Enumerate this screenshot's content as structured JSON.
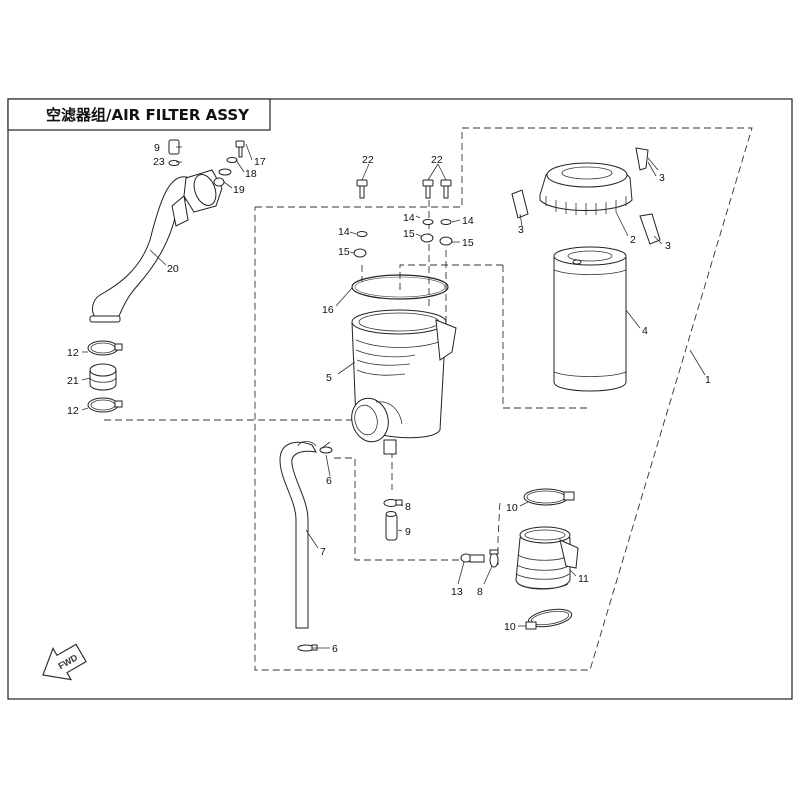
{
  "title": "空滤器组/AIR FILTER ASSY",
  "fwd_label": "FWD",
  "callouts": {
    "c1": "1",
    "c2": "2",
    "c3a": "3",
    "c3b": "3",
    "c3c": "3",
    "c4": "4",
    "c5": "5",
    "c6a": "6",
    "c6b": "6",
    "c7": "7",
    "c8a": "8",
    "c8b": "8",
    "c9a": "9",
    "c9b": "9",
    "c10a": "10",
    "c10b": "10",
    "c11": "11",
    "c12a": "12",
    "c12b": "12",
    "c13": "13",
    "c14a": "14",
    "c14b": "14",
    "c14c": "14",
    "c15a": "15",
    "c15b": "15",
    "c15c": "15",
    "c16": "16",
    "c17": "17",
    "c18": "18",
    "c19": "19",
    "c20": "20",
    "c21": "21",
    "c22a": "22",
    "c22b": "22",
    "c23": "23"
  }
}
